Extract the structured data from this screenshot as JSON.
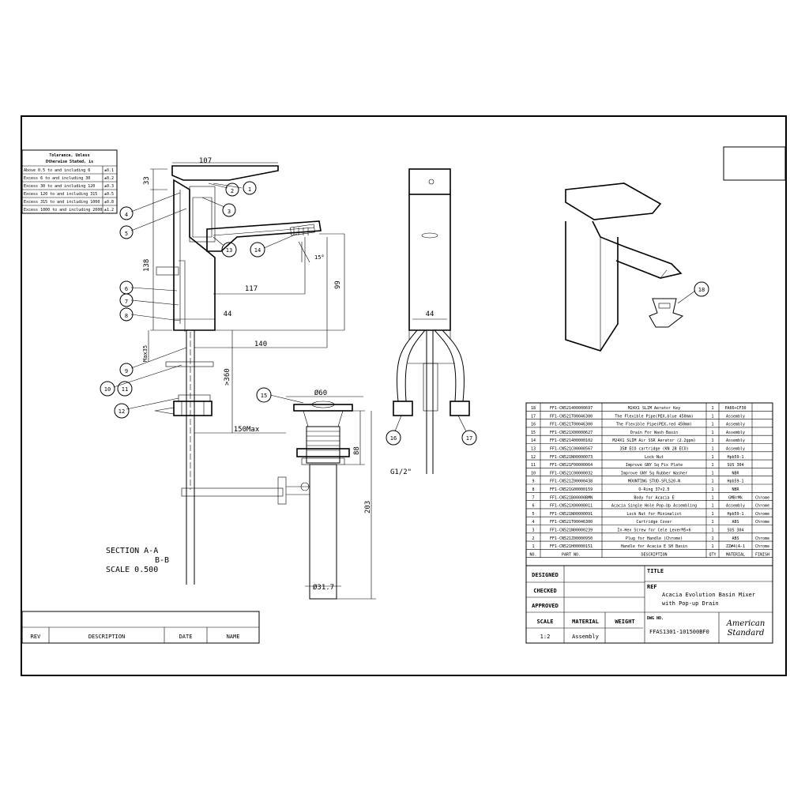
{
  "tolerance": {
    "title": "Tolerance, Unless",
    "subtitle": "Otherwise Stated, is",
    "rows": [
      {
        "label": "Above   0.5 to and including   6",
        "value": "±0.1"
      },
      {
        "label": "Excess    6 to and including  30",
        "value": "±0.2"
      },
      {
        "label": "Excess   30 to and including 120",
        "value": "±0.3"
      },
      {
        "label": "Excess  120 to and including 315",
        "value": "±0.5"
      },
      {
        "label": "Excess  315 to and including 1000",
        "value": "±0.8"
      },
      {
        "label": "Excess 1000 to and including 2000",
        "value": "±1.2"
      }
    ]
  },
  "dimensions": {
    "d107": "107",
    "d33": "33",
    "d138": "138",
    "d117": "117",
    "d44": "44",
    "d99": "99",
    "d140": "140",
    "d360": ">360",
    "dmax35": "Max35",
    "d15deg": "15°",
    "d150max": "150Max",
    "d60": "Ø60",
    "d88": "88",
    "d203": "203",
    "d31": "Ø31.7",
    "d44front": "44",
    "g12": "G1/2\""
  },
  "balloons": [
    "1",
    "2",
    "3",
    "4",
    "5",
    "6",
    "7",
    "8",
    "9",
    "10",
    "11",
    "12",
    "13",
    "14",
    "15",
    "16",
    "17",
    "18"
  ],
  "section": {
    "line1": "SECTION  A-A",
    "line2": "B-B",
    "line3": "SCALE  0.500"
  },
  "parts": [
    {
      "no": "18",
      "part": "FF1-CN521400000697",
      "desc": "M24X1 SLIM Aerator Key",
      "qty": "1",
      "mat": "PA66+CF30",
      "fin": ""
    },
    {
      "no": "17",
      "part": "FF1-CN521T00046300",
      "desc": "The Flexible Pipe(PEX,blue 450mm)",
      "qty": "1",
      "mat": "Assembly",
      "fin": ""
    },
    {
      "no": "16",
      "part": "FF1-CN521T00046300",
      "desc": "The Flexible Pipe(PEX,red 450mm)",
      "qty": "1",
      "mat": "Assembly",
      "fin": ""
    },
    {
      "no": "15",
      "part": "FF1-CN521X00000627",
      "desc": "Drain For Wash Basin",
      "qty": "1",
      "mat": "Assembly",
      "fin": ""
    },
    {
      "no": "14",
      "part": "FF1-CN521400000102",
      "desc": "M24X1 SLIM Air SSR Aerator (2.2gpm)",
      "qty": "1",
      "mat": "Assembly",
      "fin": ""
    },
    {
      "no": "13",
      "part": "FF1-CN521C00000567",
      "desc": "35# ECO cartridge (KN 2B ECO)",
      "qty": "1",
      "mat": "Assembly",
      "fin": ""
    },
    {
      "no": "12",
      "part": "FF1-CN521N00000073",
      "desc": "Lock Nut",
      "qty": "1",
      "mat": "Hpb59-1",
      "fin": ""
    },
    {
      "no": "11",
      "part": "FF1-CN521F00000064",
      "desc": "Improve GNY Sq Fix Plate",
      "qty": "1",
      "mat": "SUS 304",
      "fin": ""
    },
    {
      "no": "10",
      "part": "FF1-CN521C00000032",
      "desc": "Improve GNY Sq Rubber Washer",
      "qty": "1",
      "mat": "NBR",
      "fin": ""
    },
    {
      "no": "9",
      "part": "FF1-CN521Z00000438",
      "desc": "MOUNTING STUD-SFLS20-N",
      "qty": "1",
      "mat": "Hpb59-1",
      "fin": ""
    },
    {
      "no": "8",
      "part": "FF1-CN521G00000159",
      "desc": "O-Ring 37×2.5",
      "qty": "1",
      "mat": "NBR",
      "fin": ""
    },
    {
      "no": "7",
      "part": "FF1-CN521B00000BMN",
      "desc": "Body for Acacia E",
      "qty": "1",
      "mat": "GMBrMk",
      "fin": "Chrome"
    },
    {
      "no": "6",
      "part": "FF1-CN521X00000011",
      "desc": "Acacia Single Hole Pop-Up Assembling",
      "qty": "1",
      "mat": "Assembly",
      "fin": "Chrome"
    },
    {
      "no": "5",
      "part": "FF1-CN521N00000091",
      "desc": "Lock Nut for Minimalist",
      "qty": "1",
      "mat": "Hpb59-1",
      "fin": "Chrome"
    },
    {
      "no": "4",
      "part": "FF1-CN521T00046300",
      "desc": "Cartridge Cover",
      "qty": "1",
      "mat": "ABS",
      "fin": "Chrome"
    },
    {
      "no": "3",
      "part": "FF1-CN521N00000239",
      "desc": "In-Hex Screw for Cele LeverM5×6",
      "qty": "1",
      "mat": "SUS 304",
      "fin": ""
    },
    {
      "no": "2",
      "part": "FF1-CN521Z00000950",
      "desc": "Plug for Handle (Chrome)",
      "qty": "1",
      "mat": "ABS",
      "fin": "Chrome"
    },
    {
      "no": "1",
      "part": "FF1-CN521H00000151",
      "desc": "Handle for Acacia E SH Basin",
      "qty": "1",
      "mat": "ZZ#4(A-1",
      "fin": "Chrome"
    }
  ],
  "parts_header": {
    "no": "NO.",
    "part": "PART NO.",
    "desc": "DESCRIPTION",
    "qty": "QTY",
    "mat": "MATERIAL",
    "fin": "FINISH"
  },
  "title_block": {
    "designed": "DESIGNED",
    "checked": "CHECKED",
    "approved": "APPROVED",
    "title_label": "TITLE",
    "ref_label": "REF",
    "title_line1": "Acacia Evolution Basin Mixer",
    "title_line2": "with Pop-up Drain",
    "scale_label": "SCALE",
    "scale_value": "1:2",
    "material_label": "MATERIAL",
    "material_value": "Assembly",
    "weight_label": "WEIGHT",
    "dwg_label": "DWG NO.",
    "dwg_value": "FFAS1301-101500BF0",
    "brand1": "American",
    "brand2": "Standard"
  },
  "revision": {
    "rev": "REV",
    "description": "DESCRIPTION",
    "date": "DATE",
    "name": "NAME"
  }
}
